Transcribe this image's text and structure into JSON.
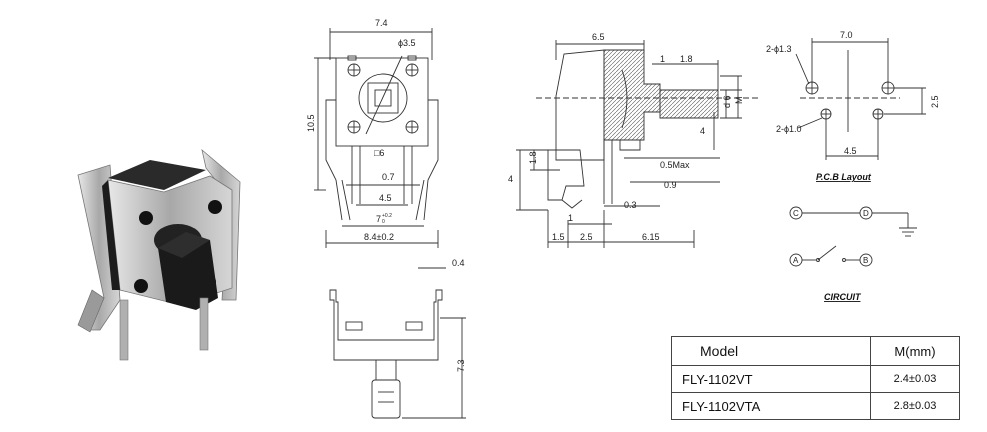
{
  "colors": {
    "line": "#333333",
    "metal": "#bfbfbf",
    "plastic": "#1c1c1c"
  },
  "front_view": {
    "width_top": "7.4",
    "dia_knob": "ϕ3.5",
    "height": "10.5",
    "square": "□6",
    "pin_pitch": "0.7",
    "inner_width": "4.5",
    "pin_span": "7",
    "pin_span_tol": "+0.2",
    "pin_span_tol2": "0",
    "overall_width": "8.4±0.2"
  },
  "side_view": {
    "body_depth": "6.5",
    "dim_1": "1",
    "dim_1_8": "1.8",
    "dia_6": "d 6",
    "m_label": "M",
    "dim_4_right": "4",
    "dim_0_5max": "0.5Max",
    "dim_0_9": "0.9",
    "dim_0_3": "0.3",
    "dim_1_8_left": "1.8",
    "dim_4_left": "4",
    "dim_1_bottom": "1",
    "dim_1_5": "1.5",
    "dim_2_5": "2.5",
    "dim_6_15": "6.15"
  },
  "bottom_view": {
    "dim_0_4": "0.4",
    "dim_7_3": "7.3"
  },
  "pcb": {
    "title": "P.C.B Layout",
    "width": "7.0",
    "hole_big": "2-ϕ1.3",
    "hole_small": "2-ϕ1.0",
    "pitch": "4.5",
    "row_gap": "2.5"
  },
  "circuit": {
    "title": "CIRCUIT",
    "pins": [
      "C",
      "D",
      "A",
      "B"
    ]
  },
  "table": {
    "header": {
      "model": "Model",
      "m": "M(mm)"
    },
    "rows": [
      {
        "model": "FLY-1102VT",
        "m": "2.4±0.03"
      },
      {
        "model": "FLY-1102VTA",
        "m": "2.8±0.03"
      }
    ]
  }
}
